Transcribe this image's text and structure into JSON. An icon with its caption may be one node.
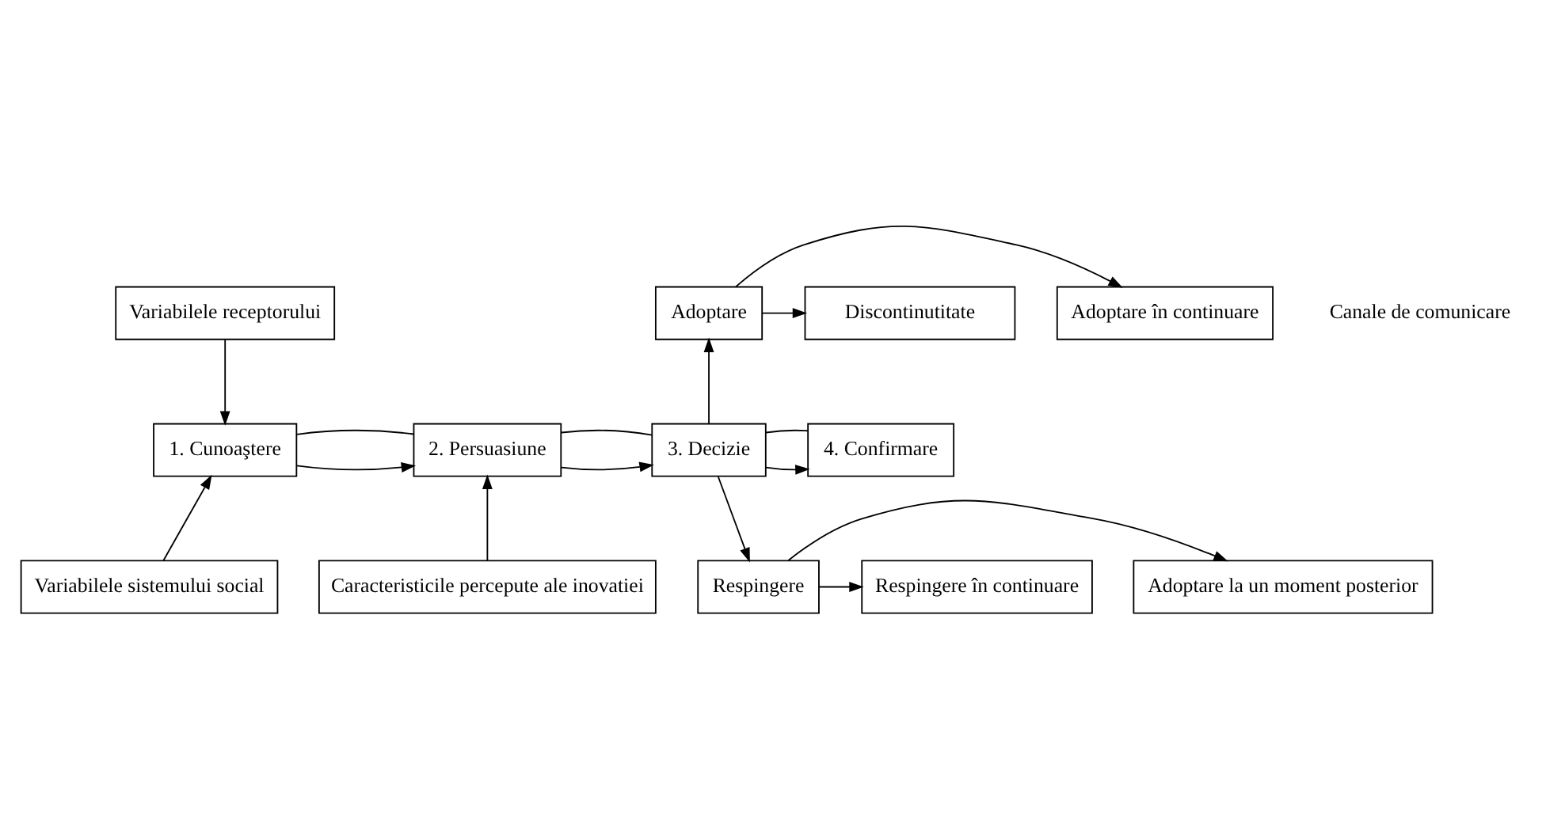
{
  "diagram": {
    "nodes": [
      {
        "text": [
          "Variabilele receptorului"
        ]
      },
      {
        "text": [
          "Adoptare în continuare"
        ]
      },
      {
        "text": [
          "Adoptare"
        ]
      },
      {
        "text": [
          "Discontinutitate"
        ]
      },
      {
        "text": [
          "1. Cunoaştere"
        ]
      },
      {
        "text": [
          "2. Persuasiune"
        ]
      },
      {
        "text": [
          "3. Decizie"
        ]
      },
      {
        "text": [
          "4. Confirmare"
        ]
      },
      {
        "text": [
          "Adoptare la un moment posterior"
        ]
      },
      {
        "text": [
          "Variabilele sistemului social"
        ]
      },
      {
        "text": [
          "Caracteristicile percepute ale inovatiei"
        ]
      },
      {
        "text": [
          "Respingere"
        ]
      },
      {
        "text": [
          "Respingere în continuare"
        ]
      }
    ],
    "edges": [
      {
        "from": 0,
        "to": 4,
        "arrow": "to"
      },
      {
        "from": 9,
        "to": 4,
        "arrow": "to"
      },
      {
        "from": 10,
        "to": 5,
        "arrow": "to"
      },
      {
        "from": 4,
        "to": 5,
        "arrow": "to"
      },
      {
        "from": 5,
        "to": 6,
        "arrow": "to"
      },
      {
        "from": 6,
        "to": 7,
        "arrow": "to"
      },
      {
        "from": 6,
        "to": 2,
        "arrow": "to"
      },
      {
        "from": 6,
        "to": 11,
        "arrow": "to"
      },
      {
        "from": 2,
        "to": 1,
        "arrow": "to"
      },
      {
        "from": 2,
        "to": 3,
        "arrow": "to"
      },
      {
        "from": 11,
        "to": 8,
        "arrow": "to"
      },
      {
        "from": 11,
        "to": 12,
        "arrow": "to"
      },
      {
        "from": 4,
        "to": 5,
        "arrow": "none"
      },
      {
        "from": 5,
        "to": 6,
        "arrow": "none"
      },
      {
        "from": 6,
        "to": 7,
        "arrow": "none"
      }
    ],
    "labels": [
      "Canale de comunicare"
    ]
  }
}
